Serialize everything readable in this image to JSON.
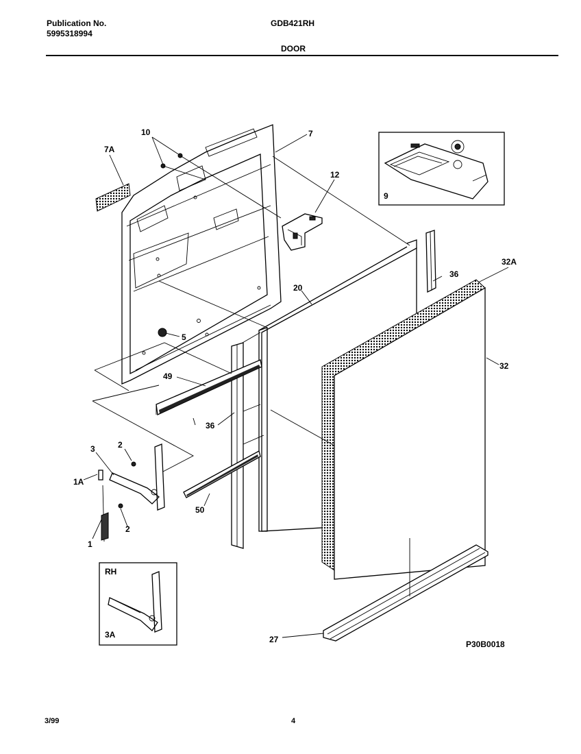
{
  "header": {
    "publication_label": "Publication No.",
    "publication_number": "5995318994",
    "model": "GDB421RH",
    "section": "DOOR"
  },
  "footer": {
    "date": "3/99",
    "page": "4"
  },
  "diagram": {
    "code": "P30B0018",
    "callouts": {
      "c7": "7",
      "c7a": "7A",
      "c10": "10",
      "c12": "12",
      "c9": "9",
      "c36a": "36",
      "c32a": "32A",
      "c20": "20",
      "c5": "5",
      "c32": "32",
      "c49": "49",
      "c36b": "36",
      "c3": "3",
      "c2a": "2",
      "c1a": "1A",
      "c2b": "2",
      "c1": "1",
      "c50": "50",
      "c27": "27"
    },
    "inset_labels": {
      "rh": "RH",
      "c3a": "3A"
    }
  }
}
